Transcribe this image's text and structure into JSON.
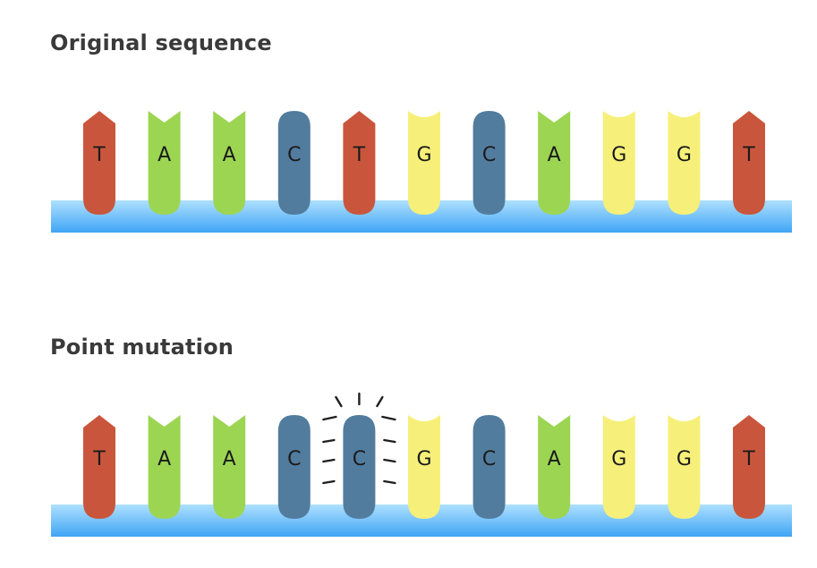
{
  "colors": {
    "T": "#c9563c",
    "A": "#9cd552",
    "C": "#527c9e",
    "G": "#f6f07a",
    "backbone_top": "#aee0ff",
    "backbone_bottom": "#3fa5f5",
    "burst": "#1f1f1f"
  },
  "shapes": {
    "T": "arrow",
    "A": "notch",
    "C": "round",
    "G": "concave"
  },
  "panels": [
    {
      "title": "Original sequence",
      "bases": [
        "T",
        "A",
        "A",
        "C",
        "T",
        "G",
        "C",
        "A",
        "G",
        "G",
        "T"
      ],
      "mutated_index": null
    },
    {
      "title": "Point mutation",
      "bases": [
        "T",
        "A",
        "A",
        "C",
        "C",
        "G",
        "C",
        "A",
        "G",
        "G",
        "T"
      ],
      "mutated_index": 4
    }
  ]
}
